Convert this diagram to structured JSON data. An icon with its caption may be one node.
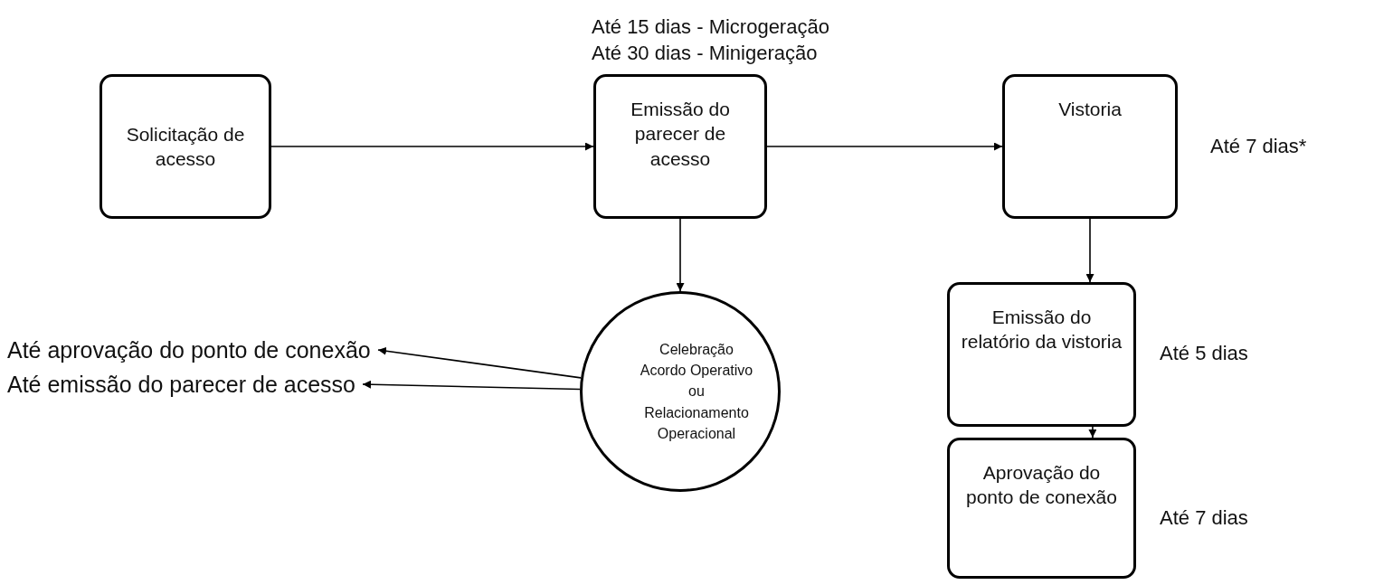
{
  "diagram": {
    "nodes": [
      {
        "text": [
          "Solicitação de acesso"
        ]
      },
      {
        "text": [
          "Emissão do parecer de acesso"
        ],
        "beside": [
          "Até 15 dias - Microgeração",
          "Até 30 dias - Minigeração"
        ]
      },
      {
        "text": [
          "Vistoria"
        ],
        "beside": [
          "Até 7 dias*"
        ]
      },
      {
        "text": [
          "Celebração Acordo Operativo ou Relacionamento Operacional"
        ]
      },
      {
        "text": [
          "Emissão do relatório da vistoria"
        ],
        "beside": [
          "Até 5 dias"
        ]
      },
      {
        "text": [
          "Aprovação do ponto de conexão"
        ],
        "beside": [
          "Até 7 dias"
        ]
      },
      {
        "text": [
          "Até aprovação do ponto de conexão"
        ]
      },
      {
        "text": [
          "Até emissão do parecer de acesso"
        ]
      }
    ],
    "edges": [
      {
        "from": 0,
        "to": 1,
        "arrow": "to"
      },
      {
        "from": 1,
        "to": 2,
        "arrow": "to"
      },
      {
        "from": 1,
        "to": 3,
        "arrow": "to"
      },
      {
        "from": 2,
        "to": 4,
        "arrow": "to"
      },
      {
        "from": 4,
        "to": 5,
        "arrow": "to"
      },
      {
        "from": 3,
        "to": 6,
        "arrow": "to"
      },
      {
        "from": 3,
        "to": 7,
        "arrow": "to"
      }
    ]
  }
}
